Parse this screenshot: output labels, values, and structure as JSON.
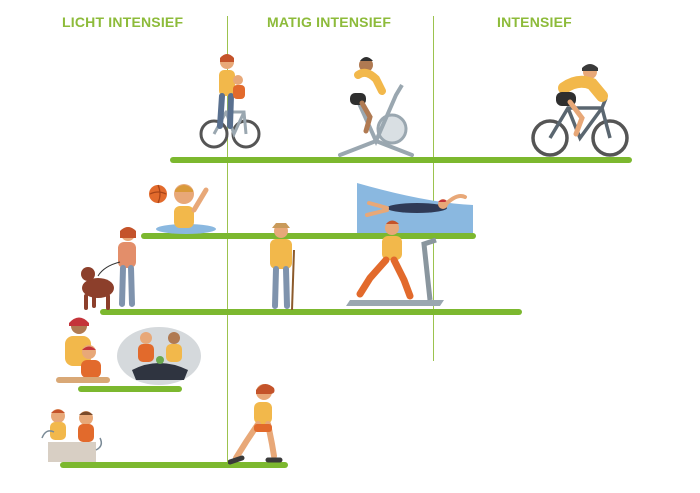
{
  "headers": {
    "light": "LICHT INTENSIEF",
    "moderate": "MATIG INTENSIEF",
    "intense": "INTENSIEF"
  },
  "colors": {
    "accent_green": "#7cb82f",
    "header_green": "#8dbb3a",
    "divider_green": "#9cc34e",
    "skin": "#e8a878",
    "orange": "#e26a2c",
    "yellow": "#f2b84b",
    "water": "#8ab8e0"
  },
  "activities": [
    {
      "icon": "family-cycling-icon"
    },
    {
      "icon": "stationary-bike-icon"
    },
    {
      "icon": "road-cycling-icon"
    },
    {
      "icon": "water-ball-play-icon"
    },
    {
      "icon": "swimming-icon"
    },
    {
      "icon": "dog-walking-icon"
    },
    {
      "icon": "hiking-icon"
    },
    {
      "icon": "treadmill-running-icon"
    },
    {
      "icon": "playing-with-child-icon"
    },
    {
      "icon": "gardening-icon"
    },
    {
      "icon": "video-gaming-icon"
    },
    {
      "icon": "inline-skating-icon"
    }
  ]
}
